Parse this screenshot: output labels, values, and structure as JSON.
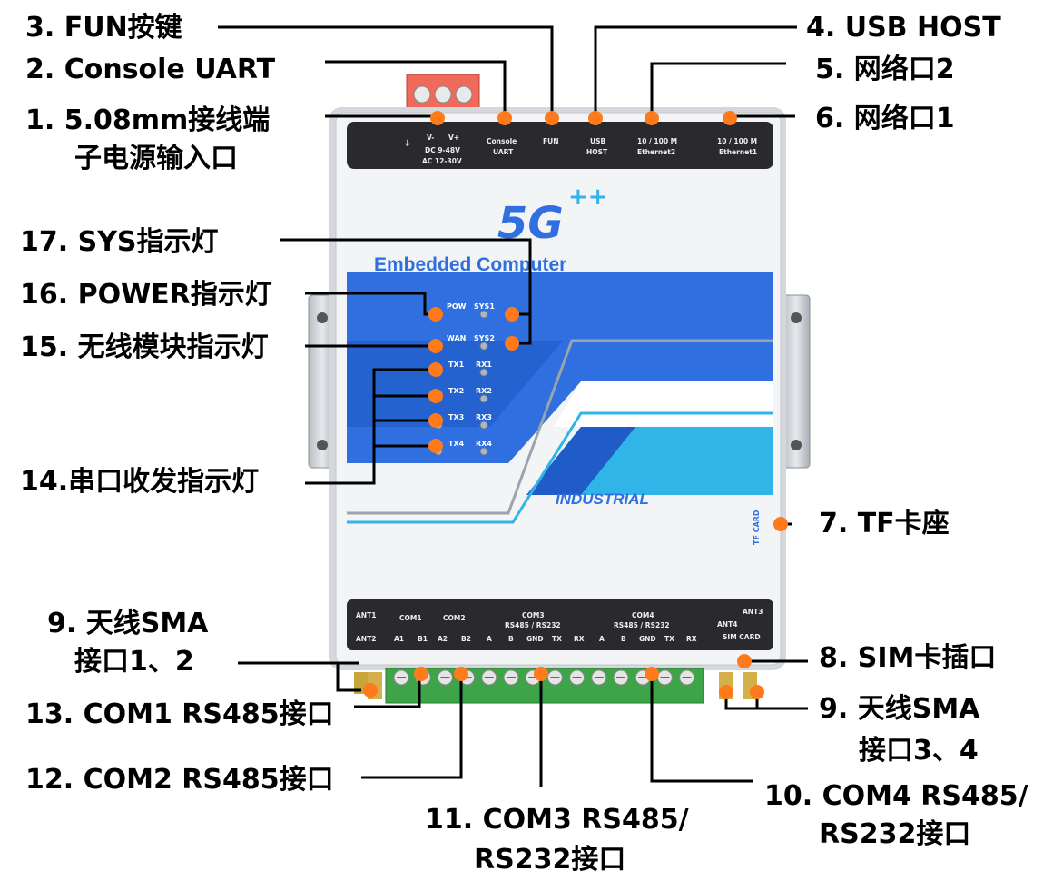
{
  "device": {
    "brand_logo": "5G",
    "brand_plus": "++",
    "subtitle": "Embedded Computer",
    "band_label": "INDUSTRIAL",
    "top_panel": {
      "power_sym": "⏚",
      "power_vm": "V-",
      "power_vp": "V+",
      "power_dc": "DC 9-48V",
      "power_ac": "AC 12-30V",
      "console": "Console",
      "console2": "UART",
      "fun": "FUN",
      "usb": "USB",
      "usb2": "HOST",
      "eth2a": "10 / 100 M",
      "eth2b": "Ethernet2",
      "eth1a": "10 / 100 M",
      "eth1b": "Ethernet1"
    },
    "leds": {
      "pow": "POW",
      "sys1": "SYS1",
      "wan": "WAN",
      "sys2": "SYS2",
      "tx1": "TX1",
      "rx1": "RX1",
      "tx2": "TX2",
      "rx2": "RX2",
      "tx3": "TX3",
      "rx3": "RX3",
      "tx4": "TX4",
      "rx4": "RX4"
    },
    "tf_label": "TF CARD",
    "bottom_panel": {
      "ant1": "ANT1",
      "ant2": "ANT2",
      "com1": "COM1",
      "com2": "COM2",
      "a1": "A1",
      "b1": "B1",
      "a2": "A2",
      "b2": "B2",
      "com3": "COM3",
      "com3sub": "RS485 / RS232",
      "com4": "COM4",
      "com4sub": "RS485 / RS232",
      "a": "A",
      "b": "B",
      "gnd": "GND",
      "tx": "TX",
      "rx": "RX",
      "ant3": "ANT3",
      "ant4": "ANT4",
      "sim": "SIM CARD"
    }
  },
  "callouts": {
    "c3": "3.  FUN按键",
    "c2": "2.  Console UART",
    "c1a": "1.   5.08mm接线端",
    "c1b": "子电源输入口",
    "c4": "4. USB HOST",
    "c5": "5. 网络口2",
    "c6": "6. 网络口1",
    "c17": "17. SYS指示灯",
    "c16": "16. POWER指示灯",
    "c15": "15. 无线模块指示灯",
    "c14": "14.串口收发指示灯",
    "c7": "7. TF卡座",
    "c9a": "9. 天线SMA",
    "c9b": "接口1、2",
    "c8": "8. SIM卡插口",
    "c9c": "9. 天线SMA",
    "c9d": "接口3、4",
    "c13": "13. COM1 RS485接口",
    "c12": "12. COM2 RS485接口",
    "c10a": "10. COM4 RS485/",
    "c10b": "RS232接口",
    "c11a": "11. COM3 RS485/",
    "c11b": "RS232接口"
  },
  "colors": {
    "marker": "#ff7a1a",
    "blue": "#2f6fe0",
    "light_blue": "#31b5e8",
    "panel": "#2a2a2e",
    "case": "#f2f4f6",
    "terminal_green": "#3da447",
    "terminal_red": "#f06a5c"
  }
}
